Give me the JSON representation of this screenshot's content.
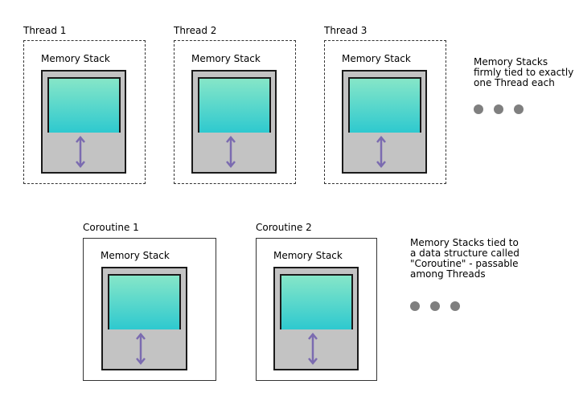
{
  "threads": [
    {
      "label": "Thread 1",
      "stack_label": "Memory Stack"
    },
    {
      "label": "Thread 2",
      "stack_label": "Memory Stack"
    },
    {
      "label": "Thread 3",
      "stack_label": "Memory Stack"
    }
  ],
  "coroutines": [
    {
      "label": "Coroutine 1",
      "stack_label": "Memory Stack"
    },
    {
      "label": "Coroutine 2",
      "stack_label": "Memory Stack"
    }
  ],
  "notes": {
    "threads_note": [
      "Memory Stacks",
      "firmly tied to exactly",
      "one Thread each"
    ],
    "coroutines_note": [
      "Memory Stacks tied to",
      "a data structure called",
      "\"Coroutine\" - passable",
      "among Threads"
    ]
  },
  "colors": {
    "stack_fill_top": "#86e6c8",
    "stack_fill_bottom": "#2ec9cf",
    "stack_frame": "#c3c3c3",
    "arrow": "#7b6bb0",
    "dots": "#7f7f7f"
  }
}
